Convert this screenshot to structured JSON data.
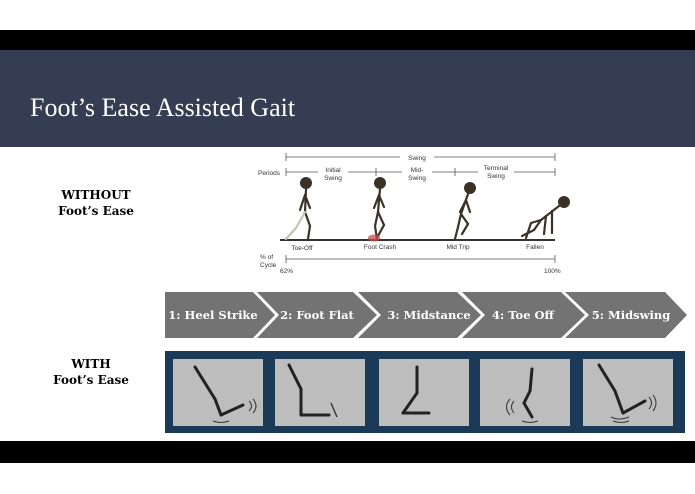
{
  "slide": {
    "title": "Foot’s Ease Assisted Gait",
    "without_label": [
      "WITHOUT",
      "Foot’s Ease"
    ],
    "with_label": [
      "WITH",
      "Foot’s Ease"
    ]
  },
  "diagram": {
    "periods_label": "Periods",
    "swing_label": "Swing",
    "initial_swing": [
      "Initial",
      "Swing"
    ],
    "mid_swing": [
      "Mid-",
      "Swing"
    ],
    "terminal_swing": [
      "Terminal",
      "Swing"
    ],
    "event_labels": [
      "Toe-Off",
      "Foot Crash",
      "Mid Trip",
      "Fallen"
    ],
    "pct_label": [
      "% of",
      "Cycle"
    ],
    "pct_start": "62%",
    "pct_end": "100%"
  },
  "phases": [
    {
      "label": "1: Heel Strike"
    },
    {
      "label": "2: Foot Flat"
    },
    {
      "label": "3: Midstance"
    },
    {
      "label": "4: Toe Off"
    },
    {
      "label": "5: Midswing"
    }
  ],
  "colors": {
    "header_bg": "#343d52",
    "chevron_fill": "#737373",
    "frame_strip": "#1a3a57",
    "frame_bg": "#bdbdbd",
    "crash_highlight": "#c94a4a"
  }
}
